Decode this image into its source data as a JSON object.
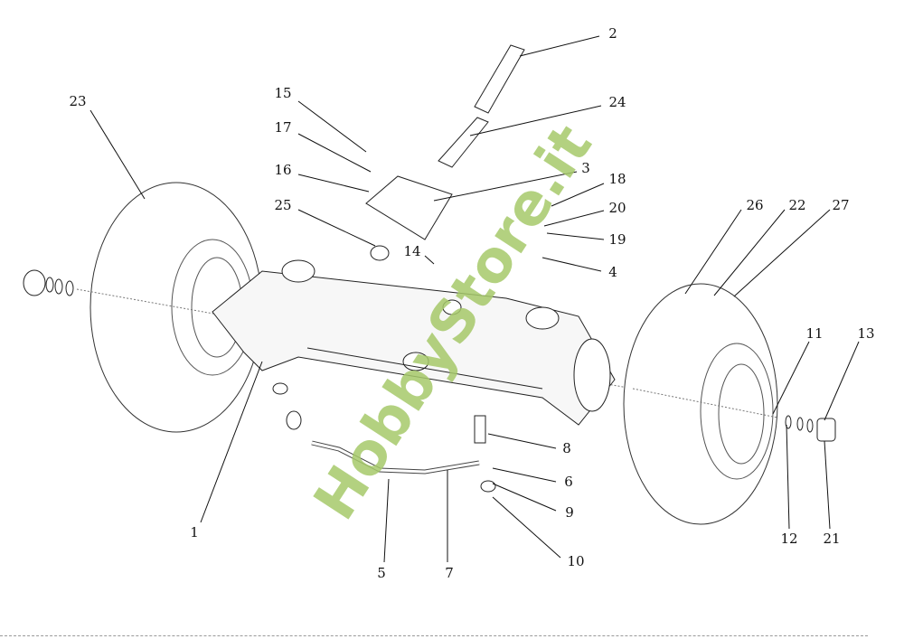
{
  "watermark": "HobbyStore.it",
  "callouts": [
    {
      "id": "2",
      "text": "2"
    },
    {
      "id": "24",
      "text": "24"
    },
    {
      "id": "23",
      "text": "23"
    },
    {
      "id": "15",
      "text": "15"
    },
    {
      "id": "17",
      "text": "17"
    },
    {
      "id": "16",
      "text": "16"
    },
    {
      "id": "3",
      "text": "3"
    },
    {
      "id": "18",
      "text": "18"
    },
    {
      "id": "20",
      "text": "20"
    },
    {
      "id": "19",
      "text": "19"
    },
    {
      "id": "25",
      "text": "25"
    },
    {
      "id": "14",
      "text": "14"
    },
    {
      "id": "4",
      "text": "4"
    },
    {
      "id": "26",
      "text": "26"
    },
    {
      "id": "22",
      "text": "22"
    },
    {
      "id": "27",
      "text": "27"
    },
    {
      "id": "11",
      "text": "11"
    },
    {
      "id": "13",
      "text": "13"
    },
    {
      "id": "8",
      "text": "8"
    },
    {
      "id": "6",
      "text": "6"
    },
    {
      "id": "9",
      "text": "9"
    },
    {
      "id": "10",
      "text": "10"
    },
    {
      "id": "1",
      "text": "1"
    },
    {
      "id": "5",
      "text": "5"
    },
    {
      "id": "7",
      "text": "7"
    },
    {
      "id": "12",
      "text": "12"
    },
    {
      "id": "21",
      "text": "21"
    }
  ],
  "colors": {
    "line": "#222222",
    "watermark": "#a6c96a"
  }
}
